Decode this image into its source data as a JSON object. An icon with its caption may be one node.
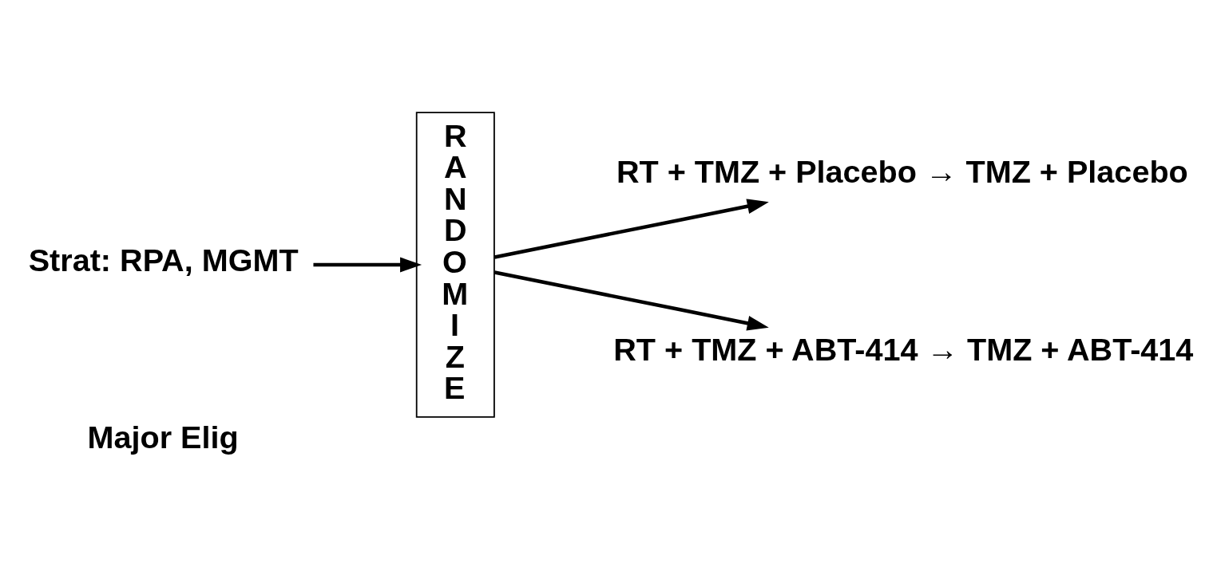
{
  "diagram": {
    "nodes": [
      {
        "text": [
          "Strat: RPA, MGMT"
        ]
      },
      {
        "text": [
          "R A N D O M I Z E"
        ]
      },
      {
        "text": [
          "RT + TMZ + Placebo → TMZ + Placebo"
        ]
      },
      {
        "text": [
          "RT + TMZ + ABT-414 → TMZ + ABT-414"
        ]
      }
    ],
    "edges": [
      {
        "from": 0,
        "to": 1,
        "arrow": "to"
      },
      {
        "from": 1,
        "to": 2,
        "arrow": "to"
      },
      {
        "from": 1,
        "to": 3,
        "arrow": "to"
      }
    ],
    "labels": [
      "Major Elig"
    ]
  }
}
